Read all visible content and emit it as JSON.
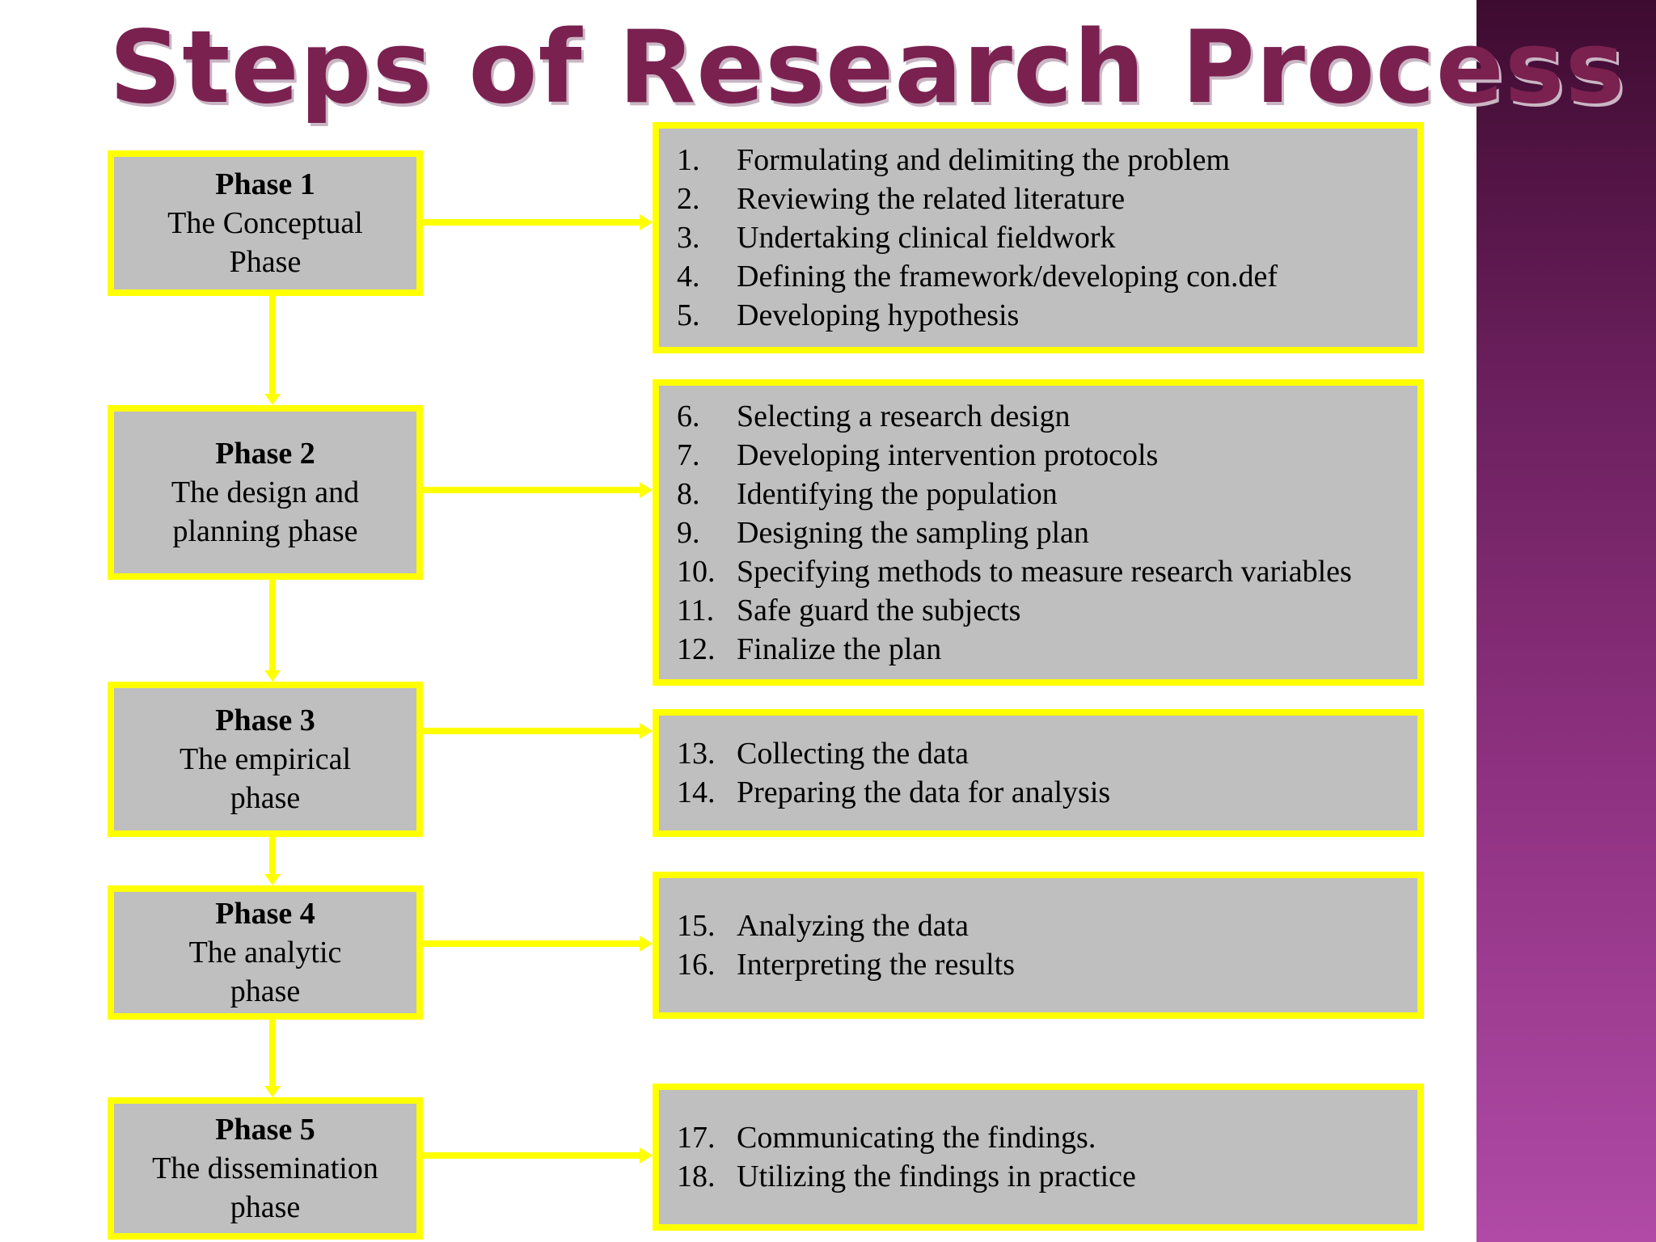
{
  "title": "Steps of Research Process",
  "colors": {
    "box_fill": "#bfbfbf",
    "box_border": "#ffff00",
    "title": "#7a2150",
    "connector": "#ffff00"
  },
  "phases": [
    {
      "number_label": "Phase 1",
      "description": "The Conceptual\nPhase",
      "steps": [
        {
          "num": "1.",
          "text": "Formulating and delimiting the problem"
        },
        {
          "num": "2.",
          "text": "Reviewing the related literature"
        },
        {
          "num": "3.",
          "text": "Undertaking clinical fieldwork"
        },
        {
          "num": "4.",
          "text": "Defining the framework/developing  con.def"
        },
        {
          "num": "5.",
          "text": "Developing hypothesis"
        }
      ]
    },
    {
      "number_label": "Phase 2",
      "description": "The design and\nplanning phase",
      "steps": [
        {
          "num": "6.",
          "text": "Selecting a research design"
        },
        {
          "num": "7.",
          "text": "Developing intervention protocols"
        },
        {
          "num": "8.",
          "text": "Identifying the population"
        },
        {
          "num": "9.",
          "text": "Designing the sampling plan"
        },
        {
          "num": "10.",
          "text": "Specifying methods to measure research variables"
        },
        {
          "num": "11.",
          "text": "Safe guard the subjects"
        },
        {
          "num": "12.",
          "text": "Finalize the plan"
        }
      ]
    },
    {
      "number_label": "Phase 3",
      "description": "The empirical\nphase",
      "steps": [
        {
          "num": "13.",
          "text": "Collecting the data"
        },
        {
          "num": "14.",
          "text": "Preparing the data for analysis"
        }
      ]
    },
    {
      "number_label": "Phase 4",
      "description": "The analytic\nphase",
      "steps": [
        {
          "num": "15.",
          "text": "Analyzing the data"
        },
        {
          "num": "16.",
          "text": "Interpreting the results"
        }
      ]
    },
    {
      "number_label": "Phase 5",
      "description": "The dissemination\nphase",
      "steps": [
        {
          "num": "17.",
          "text": "Communicating the findings."
        },
        {
          "num": "18.",
          "text": "Utilizing the findings in practice"
        }
      ]
    }
  ]
}
